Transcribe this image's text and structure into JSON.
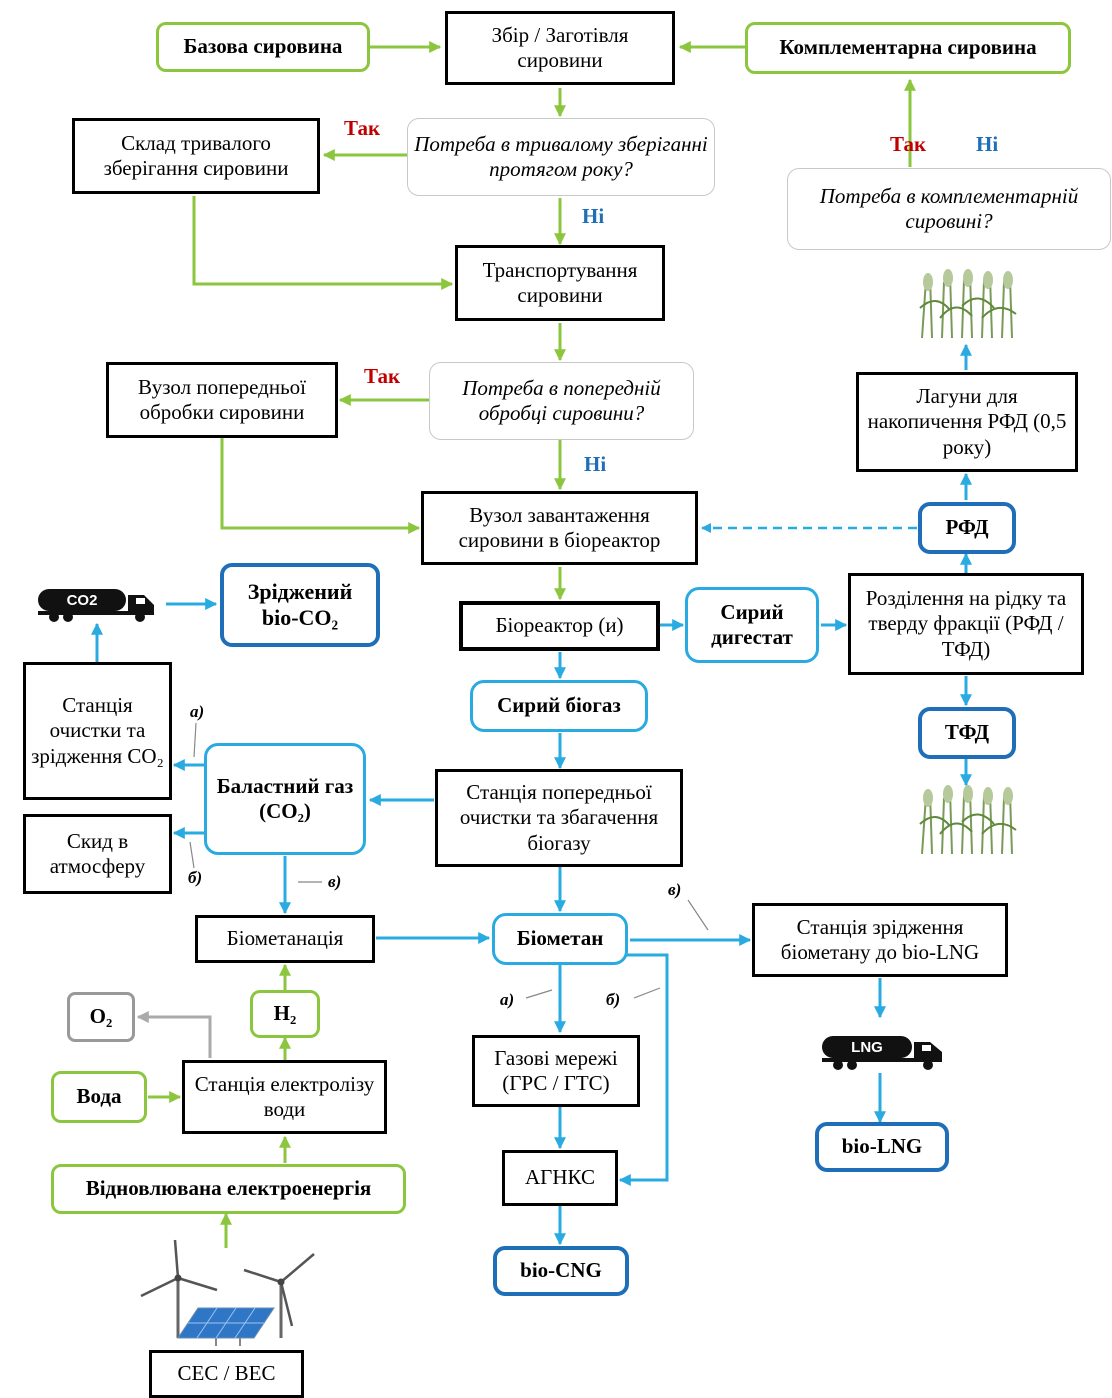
{
  "nodes": {
    "base_feed": "Базова сировина",
    "collection": "Збір / Заготівля сировини",
    "comp_feed": "Комплементарна сировина",
    "storage": "Склад тривалого зберігання сировини",
    "q_storage": "Потреба в тривалому зберіганні протягом року?",
    "q_comp": "Потреба в комплементарній сировині?",
    "transport": "Транспортування сировини",
    "pretreat": "Вузол попередньої обробки сировини",
    "q_pretreat": "Потреба в попередній обробці сировини?",
    "lagoons": "Лагуни для накопичення РФД (0,5 року)",
    "loading": "Вузол завантаження сировини в біореактор",
    "rfd": "РФД",
    "liquefied_co2": "Зріджений bio-CO₂",
    "bioreactor": "Біореактор (и)",
    "raw_digestate": "Сирий дигестат",
    "separation": "Розділення на рідку та тверду фракції (РФД / ТФД)",
    "raw_biogas": "Сирий біогаз",
    "tfd": "ТФД",
    "co2_station": "Станція очистки та зрідження CO₂",
    "ballast_gas": "Баластний газ (CO₂)",
    "pre_clean": "Станція попередньої очистки та збагачення біогазу",
    "vent": "Скид в атмосферу",
    "biomethanation": "Біометанація",
    "biomethane": "Біометан",
    "lng_station": "Станція зрідження біометану до bio-LNG",
    "o2": "O₂",
    "h2": "H₂",
    "gas_grid": "Газові мережі (ГРС / ГТС)",
    "water": "Вода",
    "electrolysis": "Станція електролізу води",
    "bio_lng": "bio-LNG",
    "renewable": "Відновлювана електроенергія",
    "agnks": "АГНКС",
    "bio_cng": "bio-CNG",
    "ses_ves": "СЕС / ВЕС"
  },
  "labels": {
    "yes": "Так",
    "no": "Ні",
    "a": "а)",
    "b": "б)",
    "v": "в)"
  },
  "trucks": {
    "co2": "CO2",
    "lng": "LNG"
  },
  "icons": [
    "co2-tanker-truck-icon",
    "lng-tanker-truck-icon",
    "crop-plants-icon",
    "wind-turbine-icon",
    "solar-panel-icon"
  ],
  "colors": {
    "black": "#000000",
    "green": "#8cc63f",
    "light_blue": "#29abe2",
    "dark_blue": "#1f6fb8",
    "grey": "#999999",
    "yes_red": "#c00000",
    "no_blue": "#1f6fb8"
  }
}
